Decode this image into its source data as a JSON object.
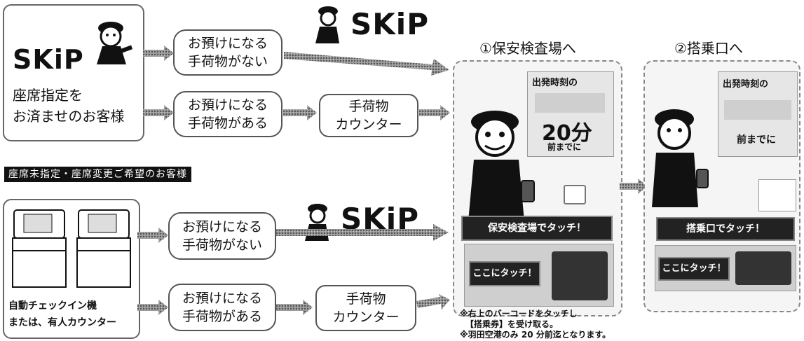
{
  "top_section": {
    "box_text_line1": "座席指定を",
    "box_text_line2": "お済ませのお客様",
    "skip_logo": "SKiP",
    "no_baggage_line1": "お預けになる",
    "no_baggage_line2": "手荷物がない",
    "with_baggage_line1": "お預けになる",
    "with_baggage_line2": "手荷物がある",
    "counter_line1": "手荷物",
    "counter_line2": "カウンター"
  },
  "banner": {
    "text": "座席未指定・座席変更ご希望のお客様"
  },
  "bottom_section": {
    "kiosk_text_line1": "自動チェックイン機",
    "kiosk_text_line2": "または、有人カウンター",
    "skip_logo": "SKiP",
    "no_baggage_line1": "お預けになる",
    "no_baggage_line2": "手荷物がない",
    "with_baggage_line1": "お預けになる",
    "with_baggage_line2": "手荷物がある",
    "counter_line1": "手荷物",
    "counter_line2": "カウンター"
  },
  "step1": {
    "title": "①保安検査場へ",
    "departure_line1": "出発時刻の",
    "minutes": "20分",
    "before": "前までに",
    "touch_label": "保安検査場でタッチ！",
    "here_label": "ここにタッチ！"
  },
  "step2": {
    "title": "②搭乗口へ",
    "departure_line1": "出発時刻の",
    "before": "前までに",
    "touch_label": "搭乗口でタッチ！",
    "here_label": "ここにタッチ！"
  },
  "notes": {
    "line1": "※右上のバーコードをタッチし",
    "line2": "【搭乗券】を受け取る。",
    "line3": "※羽田空港のみ 20 分前迄となります。"
  },
  "colors": {
    "arrow": "#777777",
    "panel_bg": "#f2f2f2",
    "dark": "#111111"
  }
}
